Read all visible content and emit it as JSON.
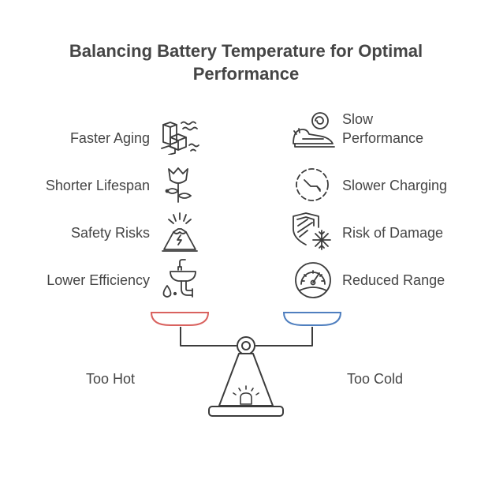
{
  "title": {
    "line1": "Balancing Battery Temperature for Optimal",
    "line2": "Performance"
  },
  "left_items": [
    {
      "label": "Faster Aging",
      "icon": "crumbling-blocks-icon"
    },
    {
      "label": "Shorter Lifespan",
      "icon": "wilting-flower-icon"
    },
    {
      "label": "Safety Risks",
      "icon": "erupting-volcano-icon"
    },
    {
      "label": "Lower Efficiency",
      "icon": "leaking-sink-icon"
    }
  ],
  "right_items": [
    {
      "label_line1": "Slow",
      "label_line2": "Performance",
      "icon": "snail-icon"
    },
    {
      "label": "Slower Charging",
      "icon": "charging-gauge-icon"
    },
    {
      "label": "Risk of Damage",
      "icon": "frozen-shield-icon"
    },
    {
      "label": "Reduced Range",
      "icon": "speedometer-icon"
    }
  ],
  "sides": {
    "hot": "Too Hot",
    "cold": "Too Cold"
  },
  "colors": {
    "hot": "#d9625f",
    "cold": "#4f7fbf",
    "ink": "#3c3c3c"
  }
}
